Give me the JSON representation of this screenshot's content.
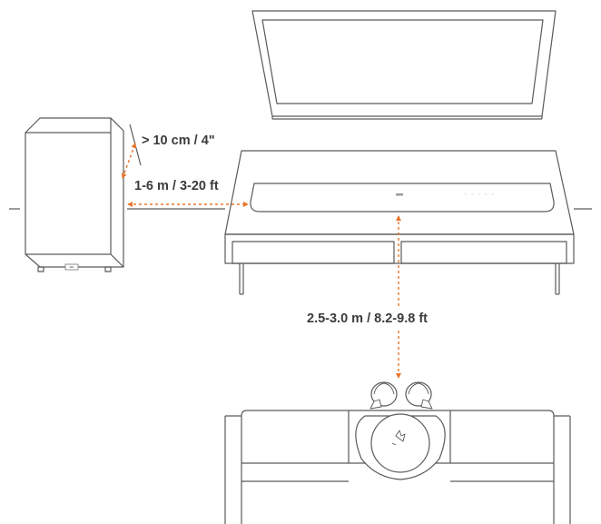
{
  "diagram": {
    "subwoofer_clearance_label": "> 10 cm / 4\"",
    "subwoofer_distance_label": "1-6 m / 3-20 ft",
    "listening_distance_label": "2.5-3.0 m / 8.2-9.8 ft",
    "colors": {
      "outline": "#5a5a5a",
      "dimension_arrow": "#e8762c",
      "label_text": "#3b3b3b",
      "background": "#ffffff"
    },
    "icons": {
      "subwoofer_logo": "jbl-logo",
      "soundbar_logo": "jbl-logo"
    }
  }
}
